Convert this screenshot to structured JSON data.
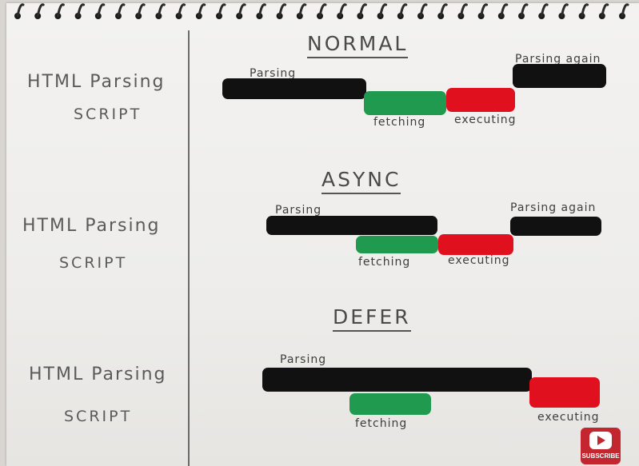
{
  "sections": [
    {
      "heading": "NORMAL",
      "side": {
        "line1": "HTML Parsing",
        "line2": "SCRIPT"
      },
      "labels": {
        "parsing": "Parsing",
        "fetching": "fetching",
        "executing": "executing",
        "parsing_again": "Parsing again"
      }
    },
    {
      "heading": "ASYNC",
      "side": {
        "line1": "HTML Parsing",
        "line2": "SCRIPT"
      },
      "labels": {
        "parsing": "Parsing",
        "fetching": "fetching",
        "executing": "executing",
        "parsing_again": "Parsing again"
      }
    },
    {
      "heading": "DEFER",
      "side": {
        "line1": "HTML Parsing",
        "line2": "SCRIPT"
      },
      "labels": {
        "parsing": "Parsing",
        "fetching": "fetching",
        "executing": "executing"
      }
    }
  ],
  "colors": {
    "parsing": "#111111",
    "fetching": "#1f9a4e",
    "executing": "#e0101f"
  },
  "subscribe": {
    "label": "SUBSCRIBE",
    "icon": "youtube-play-icon"
  }
}
